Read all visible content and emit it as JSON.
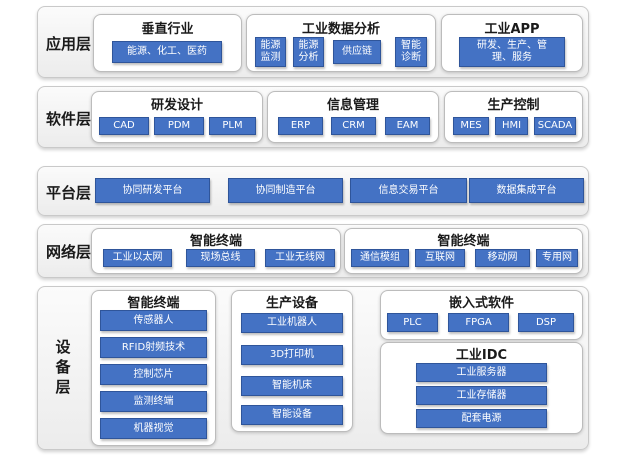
{
  "layers": {
    "application": {
      "label": "应用层",
      "vertical": {
        "title": "垂直行业",
        "items": [
          "能源、化工、医药"
        ]
      },
      "analysis": {
        "title": "工业数据分析",
        "items": [
          "能源监测",
          "能源分析",
          "供应链",
          "智能诊断"
        ]
      },
      "app": {
        "title": "工业APP",
        "items": [
          "研发、生产、管理、服务"
        ]
      }
    },
    "software": {
      "label": "软件层",
      "rd": {
        "title": "研发设计",
        "items": [
          "CAD",
          "PDM",
          "PLM"
        ]
      },
      "info": {
        "title": "信息管理",
        "items": [
          "ERP",
          "CRM",
          "EAM"
        ]
      },
      "prod": {
        "title": "生产控制",
        "items": [
          "MES",
          "HMI",
          "SCADA"
        ]
      }
    },
    "platform": {
      "label": "平台层",
      "items": [
        "协同研发平台",
        "协同制造平台",
        "信息交易平台",
        "数据集成平台"
      ]
    },
    "network": {
      "label": "网络层",
      "left": {
        "title": "智能终端",
        "items": [
          "工业以太网",
          "现场总线",
          "工业无线网"
        ]
      },
      "right": {
        "title": "智能终端",
        "items": [
          "通信模组",
          "互联网",
          "移动网",
          "专用网"
        ]
      }
    },
    "device": {
      "label_lines": [
        "设",
        "备",
        "层"
      ],
      "terminal": {
        "title": "智能终端",
        "items": [
          "传感器人",
          "RFID射频技术",
          "控制芯片",
          "监测终端",
          "机器视觉"
        ]
      },
      "equipment": {
        "title": "生产设备",
        "items": [
          "工业机器人",
          "3D打印机",
          "智能机床",
          "智能设备"
        ]
      },
      "embedded": {
        "title": "嵌入式软件",
        "items": [
          "PLC",
          "FPGA",
          "DSP"
        ]
      },
      "idc": {
        "title": "工业IDC",
        "items": [
          "工业服务器",
          "工业存储器",
          "配套电源"
        ]
      }
    }
  },
  "colors": {
    "button": "#4472c4",
    "layer_bg": "#f2f2f2",
    "panel_bg": "#ffffff"
  }
}
